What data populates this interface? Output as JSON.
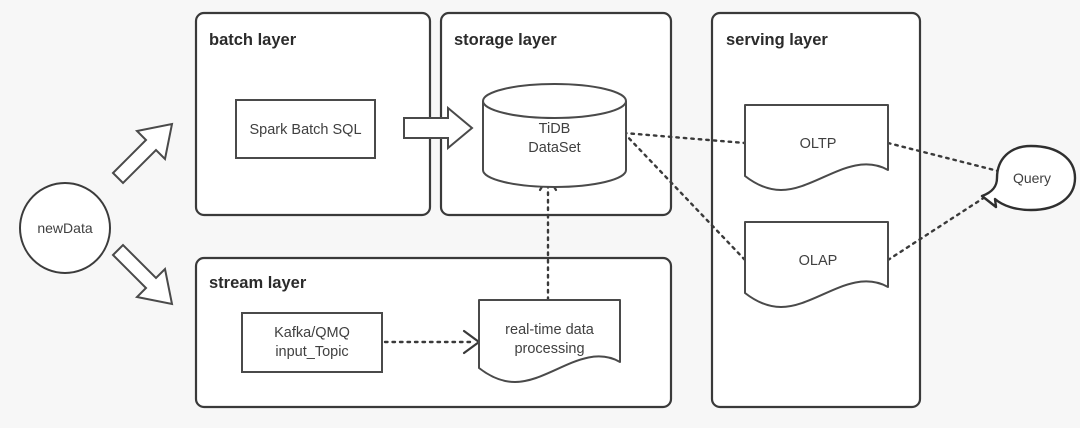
{
  "diagram": {
    "title": "lambda-architecture-data-pipeline",
    "background_color": "#f7f7f7",
    "stroke_color": "#3a3a3a",
    "shape_fill": "#ffffff"
  },
  "source": {
    "label": "newData",
    "shape": "circle"
  },
  "panels": [
    {
      "id": "batch",
      "title": "batch layer"
    },
    {
      "id": "storage",
      "title": "storage layer"
    },
    {
      "id": "serving",
      "title": "serving layer"
    },
    {
      "id": "stream",
      "title": "stream layer"
    }
  ],
  "nodes": {
    "spark": {
      "label": "Spark Batch SQL",
      "shape": "rectangle",
      "panel": "batch"
    },
    "tidb": {
      "label_line1": "TiDB",
      "label_line2": "DataSet",
      "shape": "cylinder",
      "panel": "storage"
    },
    "oltp": {
      "label": "OLTP",
      "shape": "document",
      "panel": "serving"
    },
    "olap": {
      "label": "OLAP",
      "shape": "document",
      "panel": "serving"
    },
    "kafka": {
      "label_line1": "Kafka/QMQ",
      "label_line2": "input_Topic",
      "shape": "rectangle",
      "panel": "stream"
    },
    "realtime": {
      "label_line1": "real-time data",
      "label_line2": "processing",
      "shape": "document",
      "panel": "stream"
    },
    "query": {
      "label": "Query",
      "shape": "callout-ellipse"
    }
  },
  "edges": [
    {
      "id": "newdata-to-batch",
      "from": "newData",
      "to": "batch layer",
      "style": "block-arrow"
    },
    {
      "id": "newdata-to-stream",
      "from": "newData",
      "to": "stream layer",
      "style": "block-arrow"
    },
    {
      "id": "spark-to-tidb",
      "from": "Spark Batch SQL",
      "to": "TiDB DataSet",
      "style": "block-arrow"
    },
    {
      "id": "realtime-to-tidb",
      "from": "real-time data processing",
      "to": "TiDB DataSet",
      "style": "dotted-arrow"
    },
    {
      "id": "kafka-to-realtime",
      "from": "Kafka/QMQ input_Topic",
      "to": "real-time data processing",
      "style": "dotted-arrow"
    },
    {
      "id": "tidb-to-oltp",
      "from": "TiDB DataSet",
      "to": "OLTP",
      "style": "dotted-line"
    },
    {
      "id": "tidb-to-olap",
      "from": "TiDB DataSet",
      "to": "OLAP",
      "style": "dotted-line"
    },
    {
      "id": "oltp-to-query",
      "from": "OLTP",
      "to": "Query",
      "style": "dotted-line"
    },
    {
      "id": "olap-to-query",
      "from": "OLAP",
      "to": "Query",
      "style": "dotted-line"
    }
  ]
}
